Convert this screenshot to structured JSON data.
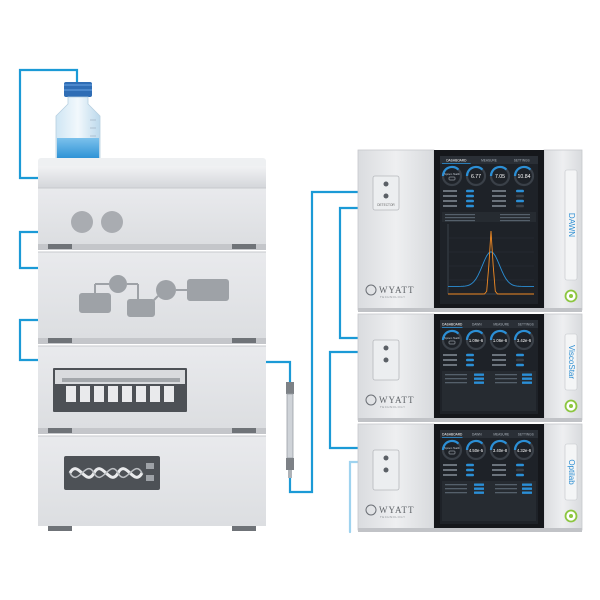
{
  "brand": "WYATT",
  "brand_sub": "TECHNOLOGY",
  "detectors": [
    {
      "side_label": "DAWN",
      "port_label": "DETECTOR",
      "tabs": [
        "DASHBOARD",
        "MEASURE",
        "SETTINGS"
      ],
      "gauges": [
        {
          "label": "System Health",
          "value": ""
        },
        {
          "label": "",
          "value": "6.77"
        },
        {
          "label": "",
          "value": "7.05"
        },
        {
          "label": "",
          "value": "10.84"
        }
      ],
      "chart_data": {
        "type": "line",
        "title": "",
        "xlabel": "",
        "ylabel": "",
        "series": [
          {
            "name": "",
            "color": "#2b8fd6",
            "shape": "broad"
          },
          {
            "name": "",
            "color": "#f08a24",
            "shape": "sharp"
          }
        ]
      }
    },
    {
      "side_label": "ViscoStar",
      "port_label": "",
      "tabs": [
        "DASHBOARD",
        "DAWN",
        "MEASURE",
        "SETTINGS"
      ],
      "gauges": [
        {
          "label": "System Health",
          "value": ""
        },
        {
          "label": "",
          "value": "1.09e-6"
        },
        {
          "label": "",
          "value": "1.06e-6"
        },
        {
          "label": "",
          "value": "3.42e-6"
        }
      ]
    },
    {
      "side_label": "Optilab",
      "port_label": "",
      "tabs": [
        "DASHBOARD",
        "DAWN",
        "MEASURE",
        "SETTINGS"
      ],
      "gauges": [
        {
          "label": "System Health",
          "value": ""
        },
        {
          "label": "",
          "value": "4.50e-5"
        },
        {
          "label": "",
          "value": "3.40e-8"
        },
        {
          "label": "",
          "value": "4.32e-6"
        }
      ]
    }
  ],
  "colors": {
    "tube": "#1b9ad6",
    "module_body": "#e6e7ea",
    "screen_bg": "#1c1f24",
    "power_ring": "#8cc63f"
  }
}
